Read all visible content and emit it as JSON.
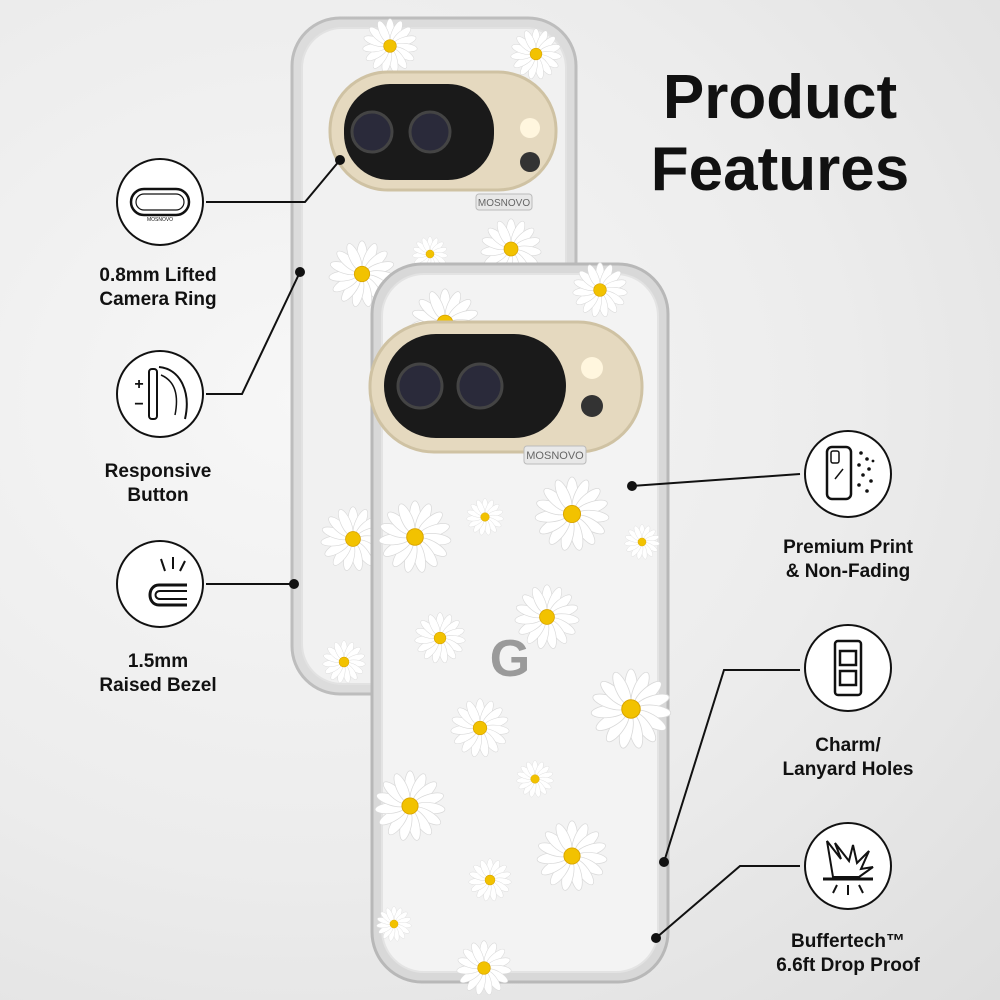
{
  "title": {
    "line1": "Product",
    "line2": "Features"
  },
  "brand": {
    "back": "MOSNOVO",
    "front": "MOSNOVO"
  },
  "features": {
    "camera_ring": {
      "line1": "0.8mm Lifted",
      "line2": "Camera Ring",
      "icon": "camera-ring-icon",
      "icon_text": "MOSNOVO"
    },
    "responsive_button": {
      "line1": "Responsive",
      "line2": "Button",
      "icon": "button-icon"
    },
    "raised_bezel": {
      "line1": "1.5mm",
      "line2": "Raised Bezel",
      "icon": "bezel-icon"
    },
    "premium_print": {
      "line1": "Premium Print",
      "line2": "& Non-Fading",
      "icon": "phone-print-icon"
    },
    "lanyard_holes": {
      "line1": "Charm/",
      "line2": "Lanyard Holes",
      "icon": "lanyard-icon"
    },
    "buffertech": {
      "line1": "Buffertech™",
      "line2": "6.6ft Drop Proof",
      "icon": "impact-icon"
    }
  },
  "colors": {
    "daisy_center": "#f2c200",
    "petal": "#ffffff",
    "case_edge": "#cfcfcf",
    "camera": "#1a1a1a"
  }
}
